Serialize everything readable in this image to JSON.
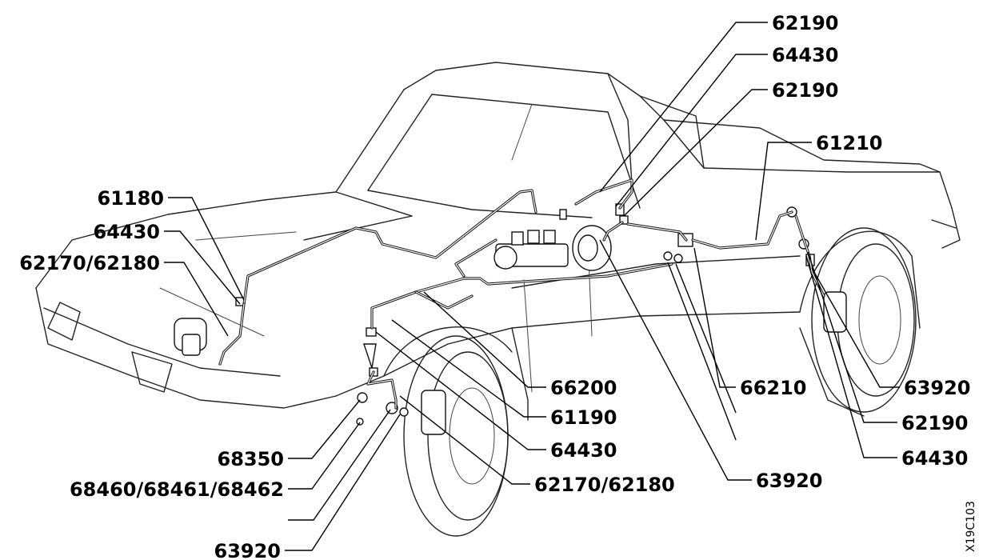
{
  "labels": {
    "l01": "62190",
    "l02": "64430",
    "l03": "62190",
    "l04": "61210",
    "l05": "61180",
    "l06": "64430",
    "l07": "62170/62180",
    "l08": "66200",
    "l09": "61190",
    "l10": "64430",
    "l11": "62170/62180",
    "l12": "68350",
    "l13": "68460/68461/68462",
    "l14": "63920",
    "l15": "66210",
    "l16": "63920",
    "l17": "63920",
    "l18": "62190",
    "l19": "64430"
  },
  "drawing_code": "X19C103"
}
